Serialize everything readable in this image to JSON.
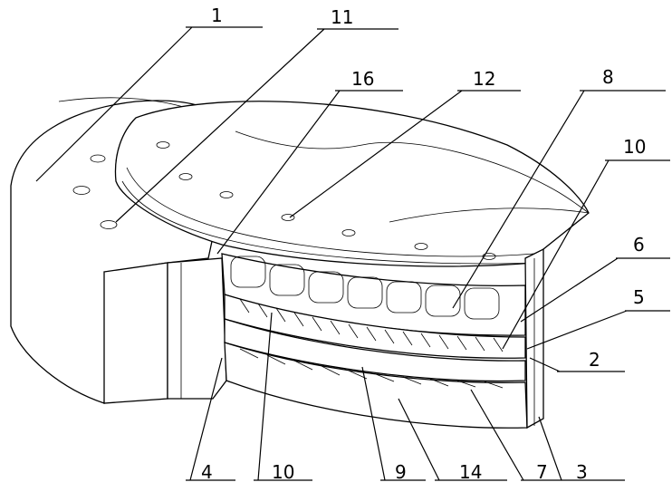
{
  "figure": {
    "labels": [
      {
        "id": "label-1",
        "text": "1"
      },
      {
        "id": "label-11",
        "text": "11"
      },
      {
        "id": "label-16",
        "text": "16"
      },
      {
        "id": "label-12",
        "text": "12"
      },
      {
        "id": "label-8",
        "text": "8"
      },
      {
        "id": "label-10-right",
        "text": "10"
      },
      {
        "id": "label-6",
        "text": "6"
      },
      {
        "id": "label-5",
        "text": "5"
      },
      {
        "id": "label-2",
        "text": "2"
      },
      {
        "id": "label-3",
        "text": "3"
      },
      {
        "id": "label-7",
        "text": "7"
      },
      {
        "id": "label-14",
        "text": "14"
      },
      {
        "id": "label-9",
        "text": "9"
      },
      {
        "id": "label-10-bottom",
        "text": "10"
      },
      {
        "id": "label-4",
        "text": "4"
      }
    ]
  }
}
